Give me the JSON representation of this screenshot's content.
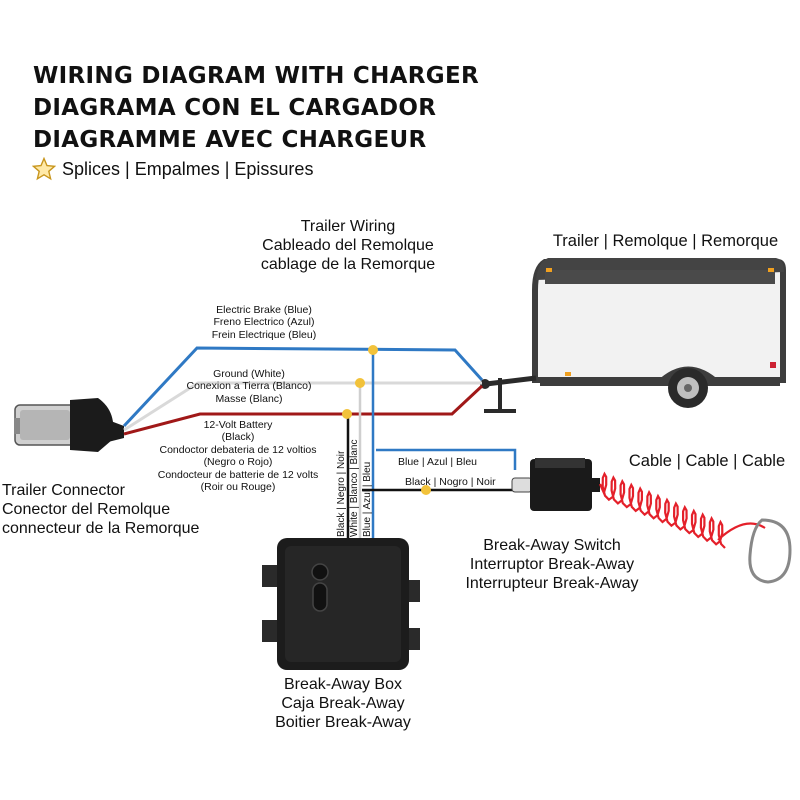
{
  "title": {
    "line1": "WIRING DIAGRAM WITH CHARGER",
    "line2": "DIAGRAMA CON EL CARGADOR",
    "line3": "DIAGRAMME AVEC CHARGEUR"
  },
  "legend": {
    "icon": "star-icon",
    "text": "Splices | Empalmes | Epissures"
  },
  "trailer_wiring": [
    "Trailer Wiring",
    "Cableado del Remolque",
    "cablage de la Remorque"
  ],
  "trailer_label": "Trailer | Remolque | Remorque",
  "wires": {
    "brake": [
      "Electric Brake (Blue)",
      "Freno Electrico (Azul)",
      "Frein Electrique (Bleu)"
    ],
    "ground": [
      "Ground (White)",
      "Conexion a Tierra (Blanco)",
      "Masse (Blanc)"
    ],
    "battery": [
      "12-Volt Battery",
      "(Black)",
      "Condoctor debateria de 12 voltios",
      "(Negro o Rojo)",
      "Condocteur de batterie de 12 volts",
      "(Roir ou Rouge)"
    ]
  },
  "vertical_labels": {
    "black": "Black | Negro | Noir",
    "white": "White | Blanco | Blanc",
    "blue": "Blue | Azul | Bleu"
  },
  "switch_wires": {
    "blue": "Blue | Azul | Bleu",
    "black": "Black | Nogro | Noir"
  },
  "cable_label": "Cable | Cable | Cable",
  "trailer_connector": [
    "Trailer Connector",
    "Conector del Remolque",
    "connecteur de la Remorque"
  ],
  "breakaway_switch": [
    "Break-Away Switch",
    "Interruptor Break-Away",
    "Interrupteur Break-Away"
  ],
  "breakaway_box": [
    "Break-Away Box",
    "Caja Break-Away",
    "Boitier Break-Away"
  ],
  "colors": {
    "blue_wire": "#2f79c4",
    "white_wire": "#e6e6e6",
    "red_wire": "#a01818",
    "splice": "#f2c23a",
    "cable": "#e4202a",
    "box": "#1c1c1c"
  }
}
